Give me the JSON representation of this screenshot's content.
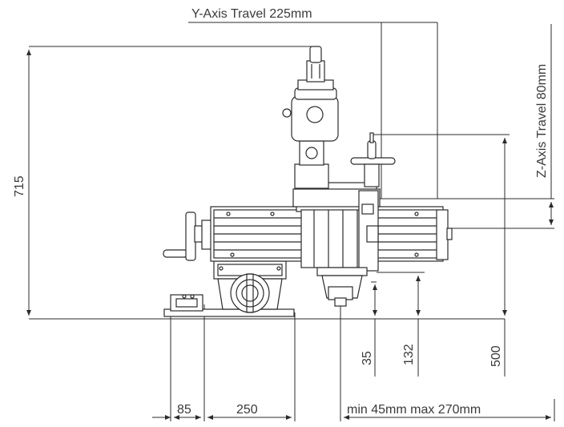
{
  "dimensions": {
    "y_travel": "Y-Axis Travel 225mm",
    "z_travel": "Z-Axis Travel 80mm",
    "height_total": "715",
    "d35": "35",
    "d132": "132",
    "d500": "500",
    "w85": "85",
    "w250": "250",
    "min_max": "min 45mm max 270mm"
  },
  "colors": {
    "line": "#2b2b2b",
    "fill": "#ffffff",
    "text": "#3a3a3a"
  }
}
